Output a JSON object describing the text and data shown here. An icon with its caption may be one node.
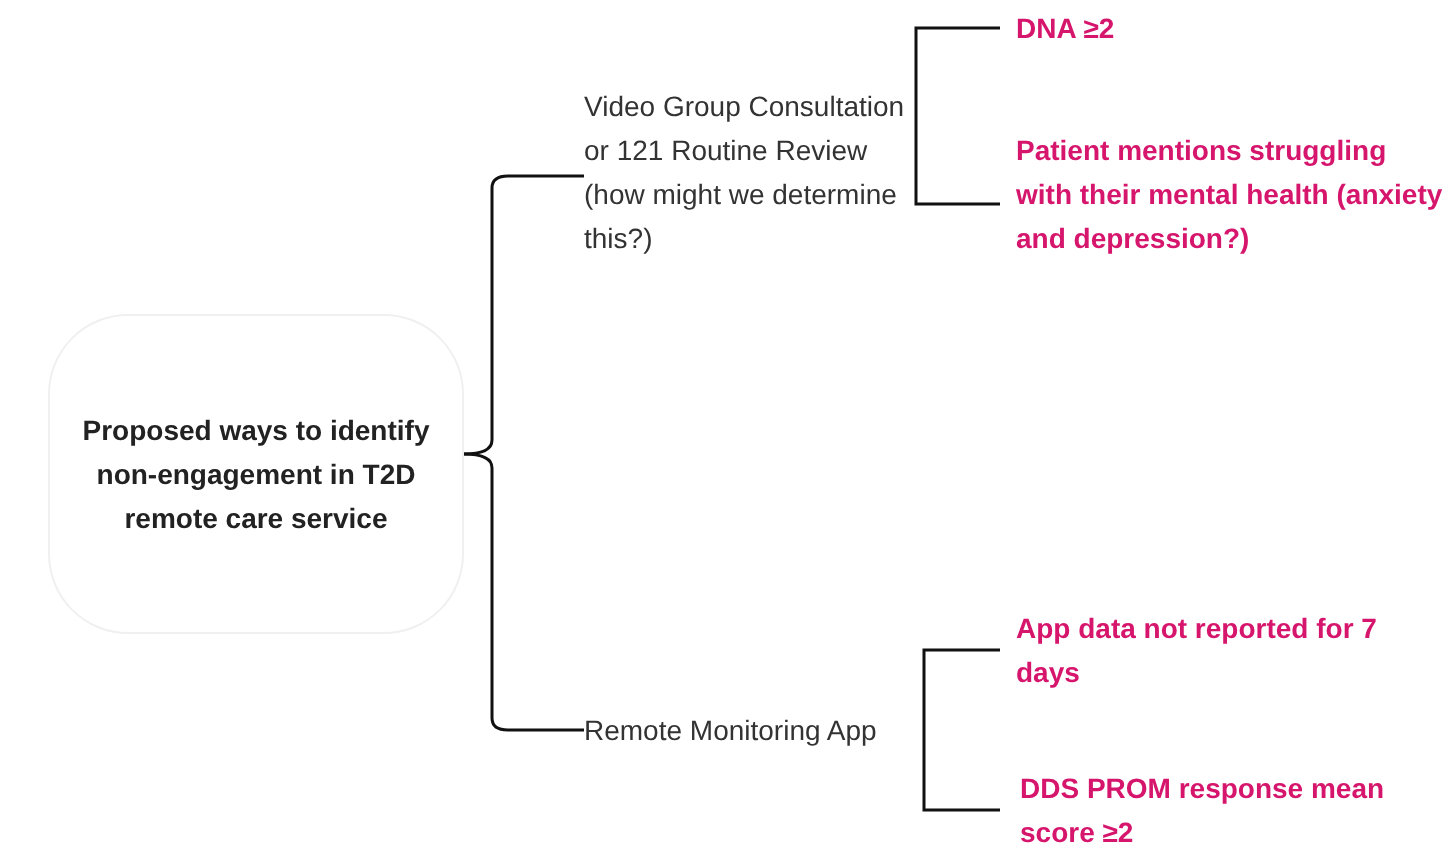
{
  "diagram": {
    "nodes": [
      {
        "text": [
          "Proposed ways to identify non-engagement in T2D remote care service"
        ]
      },
      {
        "text": [
          "Video Group Consultation or 121 Routine Review (how might we determine this?)"
        ]
      },
      {
        "text": [
          "Remote Monitoring App"
        ]
      },
      {
        "text": [
          "DNA ≥2"
        ]
      },
      {
        "text": [
          "Patient mentions struggling with their mental health (anxiety and depression?)"
        ]
      },
      {
        "text": [
          "App data not reported for 7 days"
        ]
      },
      {
        "text": [
          "DDS PROM response mean score ≥2"
        ]
      }
    ],
    "edges": [
      {
        "from": 0,
        "to": 1,
        "arrow": "none"
      },
      {
        "from": 0,
        "to": 2,
        "arrow": "none"
      },
      {
        "from": 1,
        "to": 3,
        "arrow": "none"
      },
      {
        "from": 1,
        "to": 4,
        "arrow": "none"
      },
      {
        "from": 2,
        "to": 5,
        "arrow": "none"
      },
      {
        "from": 2,
        "to": 6,
        "arrow": "none"
      }
    ]
  }
}
